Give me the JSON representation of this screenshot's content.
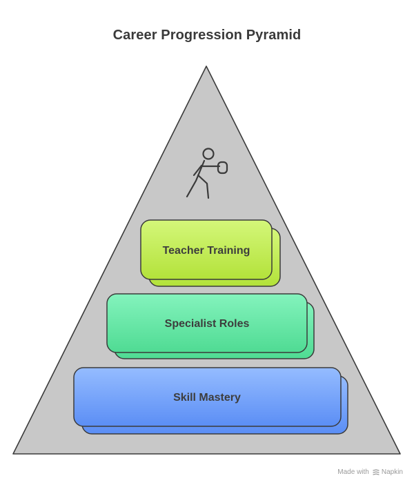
{
  "title": "Career Progression Pyramid",
  "layers": [
    {
      "label": "Teacher Training",
      "fill": "#c4ef5e"
    },
    {
      "label": "Specialist Roles",
      "fill": "#6be8aa"
    },
    {
      "label": "Skill Mastery",
      "fill": "#7aa8ff"
    }
  ],
  "apex_icon": "figure-punching-icon",
  "pyramid_color": "#c8c8c8",
  "outline_color": "#3a3a3a",
  "watermark": {
    "made_with": "Made with",
    "brand": "Napkin"
  }
}
